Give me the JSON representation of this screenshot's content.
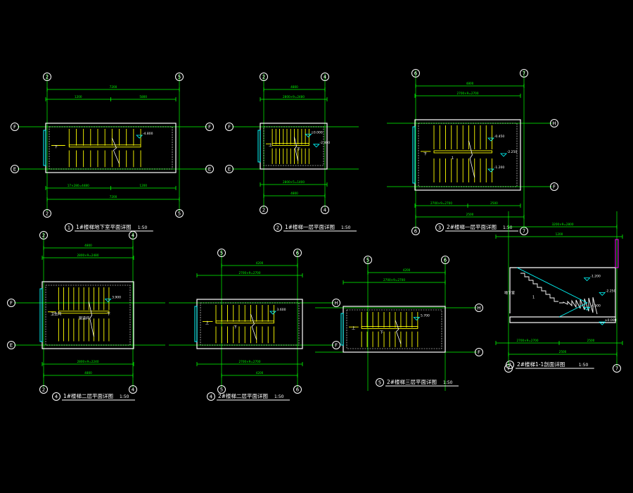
{
  "colors": {
    "background": "#000000",
    "grid": "#00ff00",
    "wall": "#ffffff",
    "stair": "#ffff00",
    "dim": "#00ff00",
    "window": "#00ffff",
    "accent": "#ff00ff",
    "bubble": "#ffffff"
  },
  "drawings": [
    {
      "id": "d1",
      "title": "1#楼梯地下室平面详图",
      "scale": "1:50",
      "number": "1",
      "axes_top": [
        "2",
        "5"
      ],
      "axes_bottom": [
        "2",
        "5"
      ],
      "axes_left": [
        "F",
        "E"
      ],
      "axes_right": [
        "F",
        "E"
      ],
      "dims_top": [
        "7200",
        "1200",
        "5800"
      ],
      "dims_bottom": [
        "7200",
        "17×280=4480",
        "1200"
      ],
      "levels": [
        "-4.800"
      ],
      "notes": [
        "下"
      ]
    },
    {
      "id": "d2",
      "title": "1#楼梯一层平面详图",
      "scale": "1:50",
      "number": "2",
      "axes_top": [
        "2",
        "4"
      ],
      "axes_bottom": [
        "2",
        "4"
      ],
      "axes_left": [
        "F",
        "E"
      ],
      "axes_right": [],
      "dims_top": [
        "4800",
        "2800×9=2480"
      ],
      "dims_bottom": [
        "4800",
        "2800×5=1400"
      ],
      "levels": [
        "±0.000",
        "-2.400"
      ],
      "notes": [
        "上",
        "下"
      ]
    },
    {
      "id": "d3",
      "title": "2#楼梯一层平面详图",
      "scale": "1:50",
      "number": "3",
      "axes_top": [
        "6",
        "7"
      ],
      "axes_bottom": [
        "6",
        "7"
      ],
      "axes_left": [],
      "axes_right": [
        "H",
        "F"
      ],
      "dims_top": [
        "4800",
        "2700×9=2700"
      ],
      "dims_bottom": [
        "2500",
        "2700×9=2700",
        "2500"
      ],
      "levels": [
        "-0.450",
        "-2.250",
        "-1.200"
      ],
      "notes": [
        "下",
        "1"
      ]
    },
    {
      "id": "d4",
      "title": "1#楼梯二层平面详图",
      "scale": "1:50",
      "number": "4",
      "axes_top": [
        "2",
        "4"
      ],
      "axes_bottom": [
        "2",
        "4"
      ],
      "axes_left": [
        "F",
        "E"
      ],
      "axes_right": [],
      "dims_top": [
        "4800",
        "2800×9=2480"
      ],
      "dims_bottom": [
        "4800",
        "2800×9=2240"
      ],
      "levels": [
        "3.900"
      ],
      "notes": [
        "卫生间",
        "管道间",
        "下"
      ]
    },
    {
      "id": "d5",
      "title": "2#楼梯二层平面详图",
      "scale": "1:50",
      "number": "4",
      "axes_top": [
        "5",
        "6"
      ],
      "axes_bottom": [
        "5",
        "6"
      ],
      "axes_left": [],
      "axes_right": [
        "H",
        "F"
      ],
      "dims_top": [
        "4200",
        "2700×9=2700"
      ],
      "dims_bottom": [
        "4200",
        "2700×9=2700"
      ],
      "levels": [
        "3.600"
      ],
      "notes": [
        "上",
        "下"
      ]
    },
    {
      "id": "d6",
      "title": "2#楼梯三层平面详图",
      "scale": "1:50",
      "number": "5",
      "axes_top": [
        "5",
        "6"
      ],
      "axes_bottom": [],
      "axes_left": [],
      "axes_right": [
        "H",
        "F"
      ],
      "dims_top": [
        "4200",
        "2700×9=2700"
      ],
      "dims_bottom": [],
      "levels": [
        "5.700"
      ],
      "notes": [
        "上",
        "下"
      ]
    },
    {
      "id": "d7",
      "title": "2#楼梯1-1剖面详图",
      "scale": "1:50",
      "number": "7",
      "axes_top": [],
      "axes_bottom": [
        "7",
        "7"
      ],
      "axes_left": [],
      "axes_right": [],
      "dims_top": [
        "3200×9=2800",
        "1200"
      ],
      "dims_bottom": [
        "2500",
        "2700×9=2700",
        "2500"
      ],
      "levels": [
        "-1.200",
        "-2.250",
        "-4.500",
        "±0.000"
      ],
      "notes": [
        "地下室",
        "1"
      ]
    }
  ]
}
